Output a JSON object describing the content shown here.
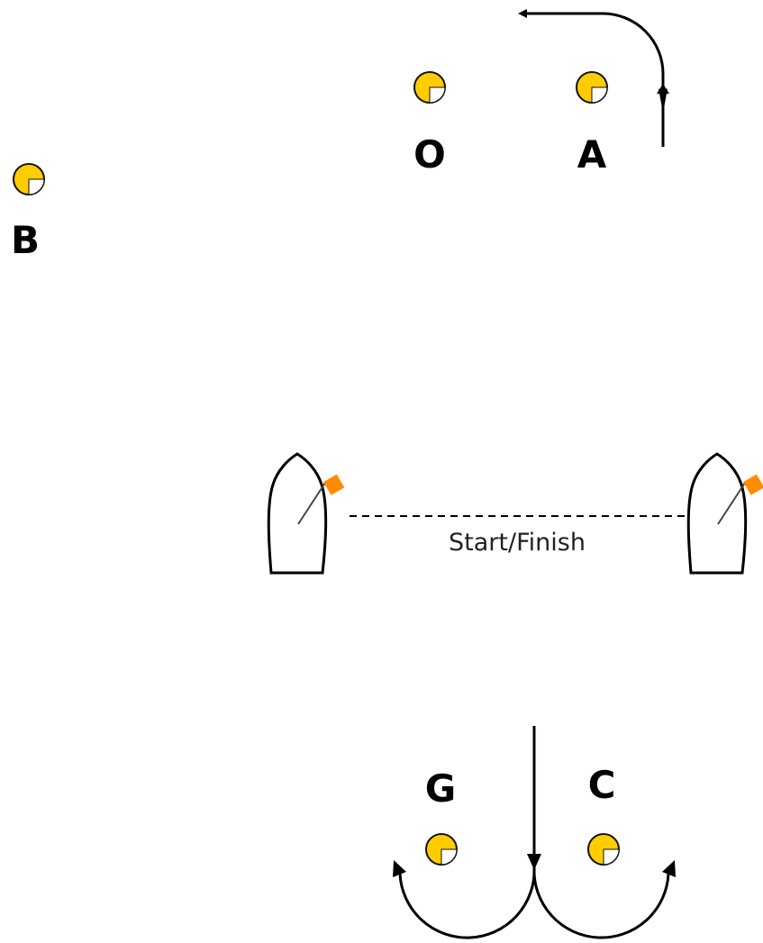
{
  "marks": [
    {
      "id": "O",
      "label": "O"
    },
    {
      "id": "A",
      "label": "A"
    },
    {
      "id": "B",
      "label": "B"
    },
    {
      "id": "G",
      "label": "G"
    },
    {
      "id": "C",
      "label": "C"
    }
  ],
  "start_line": {
    "label": "Start/Finish"
  },
  "colors": {
    "buoy_fill": "#FFCC00",
    "buoy_quarter": "#FFFFFF",
    "buoy_outline": "#111111",
    "flag": "#FF8C00",
    "ink": "#000000"
  },
  "icons": {
    "buoy": "buoy-icon",
    "committee_boat": "boat-icon",
    "flag": "flag-icon",
    "course_arrow": "arrow-icon"
  }
}
